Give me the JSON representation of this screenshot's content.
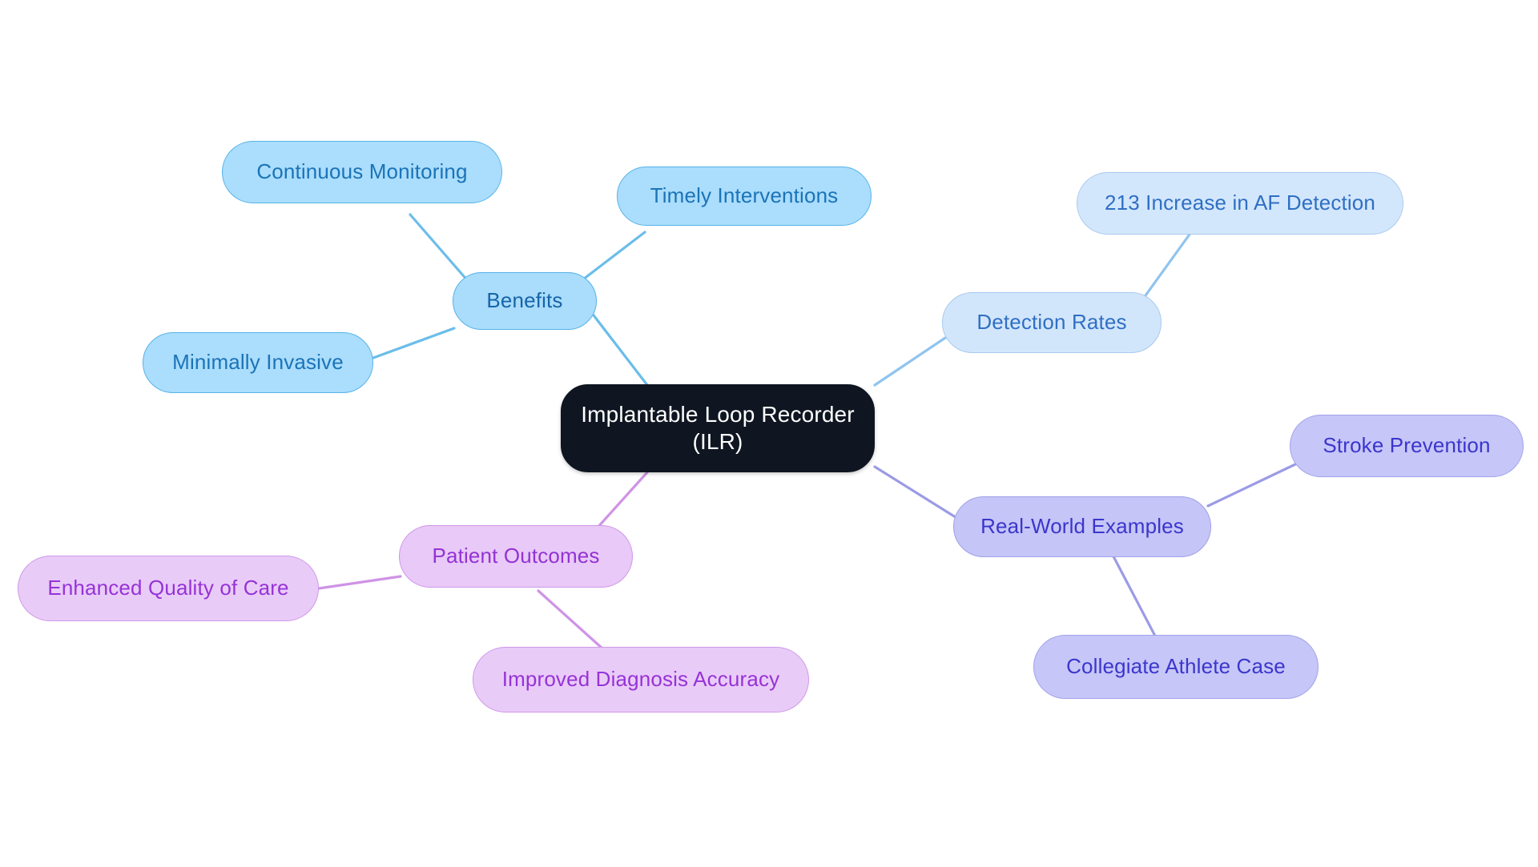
{
  "diagram": {
    "type": "mind-map",
    "title": "Implantable Loop Recorder (ILR)",
    "background": "#ffffff",
    "root": {
      "id": "root",
      "label": "Implantable Loop Recorder\n(ILR)",
      "fill": "#0f1621",
      "text_color": "#ffffff"
    },
    "branches": [
      {
        "id": "benefits",
        "label": "Benefits",
        "fill": "#aadcfb",
        "border": "#55b3ea",
        "text_color": "#1565a8",
        "edge_color": "#6bbdea",
        "children": [
          {
            "id": "continuous-monitoring",
            "label": "Continuous Monitoring"
          },
          {
            "id": "timely-interventions",
            "label": "Timely Interventions"
          },
          {
            "id": "minimally-invasive",
            "label": "Minimally Invasive"
          }
        ]
      },
      {
        "id": "detection-rates",
        "label": "Detection Rates",
        "fill": "#d2e6fb",
        "border": "#a8c9ee",
        "text_color": "#2f6fc4",
        "edge_color": "#8fc4ef",
        "children": [
          {
            "id": "af-detection-increase",
            "label": "213 Increase in AF Detection"
          }
        ]
      },
      {
        "id": "real-world-examples",
        "label": "Real-World Examples",
        "fill": "#c5c5f7",
        "border": "#a0a0ea",
        "text_color": "#3b36cc",
        "edge_color": "#9b9be6",
        "children": [
          {
            "id": "stroke-prevention",
            "label": "Stroke Prevention"
          },
          {
            "id": "collegiate-athlete-case",
            "label": "Collegiate Athlete Case"
          }
        ]
      },
      {
        "id": "patient-outcomes",
        "label": "Patient Outcomes",
        "fill": "#e8c9f7",
        "border": "#cf95e8",
        "text_color": "#9432d4",
        "edge_color": "#cf93e6",
        "children": [
          {
            "id": "enhanced-quality-of-care",
            "label": "Enhanced Quality of Care"
          },
          {
            "id": "improved-diagnosis-accuracy",
            "label": "Improved Diagnosis Accuracy"
          }
        ]
      }
    ]
  }
}
